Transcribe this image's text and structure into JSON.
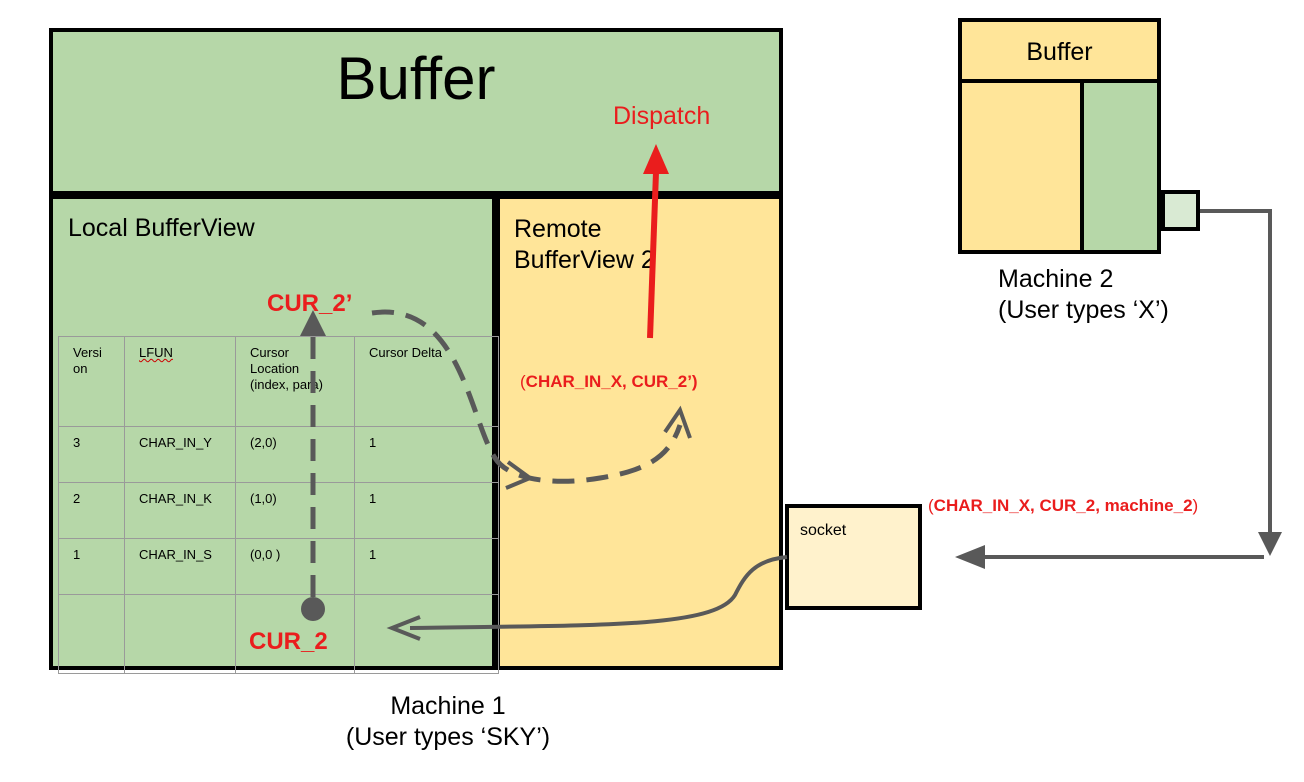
{
  "machine1": {
    "buffer_title": "Buffer",
    "local_view_title": "Local BufferView",
    "remote_view_title_line1": "Remote",
    "remote_view_title_line2": "BufferView 2",
    "dispatch_label": "Dispatch",
    "cursor_label_prime": "CUR_2’",
    "cursor_label": "CUR_2",
    "remote_tuple": {
      "open": "(",
      "content": "CHAR_IN_X, CUR_2’)",
      "close": ""
    },
    "socket_label": "socket",
    "caption_line1": "Machine 1",
    "caption_line2": "(User types ‘SKY’)",
    "table": {
      "headers": [
        "Versi on",
        "LFUN",
        "Cursor Location (index, para)",
        "Cursor Delta"
      ],
      "rows": [
        [
          "3",
          "CHAR_IN_Y",
          "(2,0)",
          "1"
        ],
        [
          "2",
          "CHAR_IN_K",
          "(1,0)",
          "1"
        ],
        [
          "1",
          "CHAR_IN_S",
          "(0,0 )",
          "1"
        ],
        [
          "",
          "",
          "",
          ""
        ]
      ]
    }
  },
  "incoming_tuple": {
    "open": "(",
    "content": "CHAR_IN_X, CUR_2, machine_2",
    "close": ")"
  },
  "machine2": {
    "buffer_title": "Buffer",
    "caption_line1": "Machine 2",
    "caption_line2": "(User types ‘X’)"
  },
  "colors": {
    "green": "#b6d7a8",
    "yellow": "#ffe599",
    "socket_fill": "#fff2cc",
    "accent_red": "#ea1d1d",
    "arrow_gray": "#595959"
  }
}
